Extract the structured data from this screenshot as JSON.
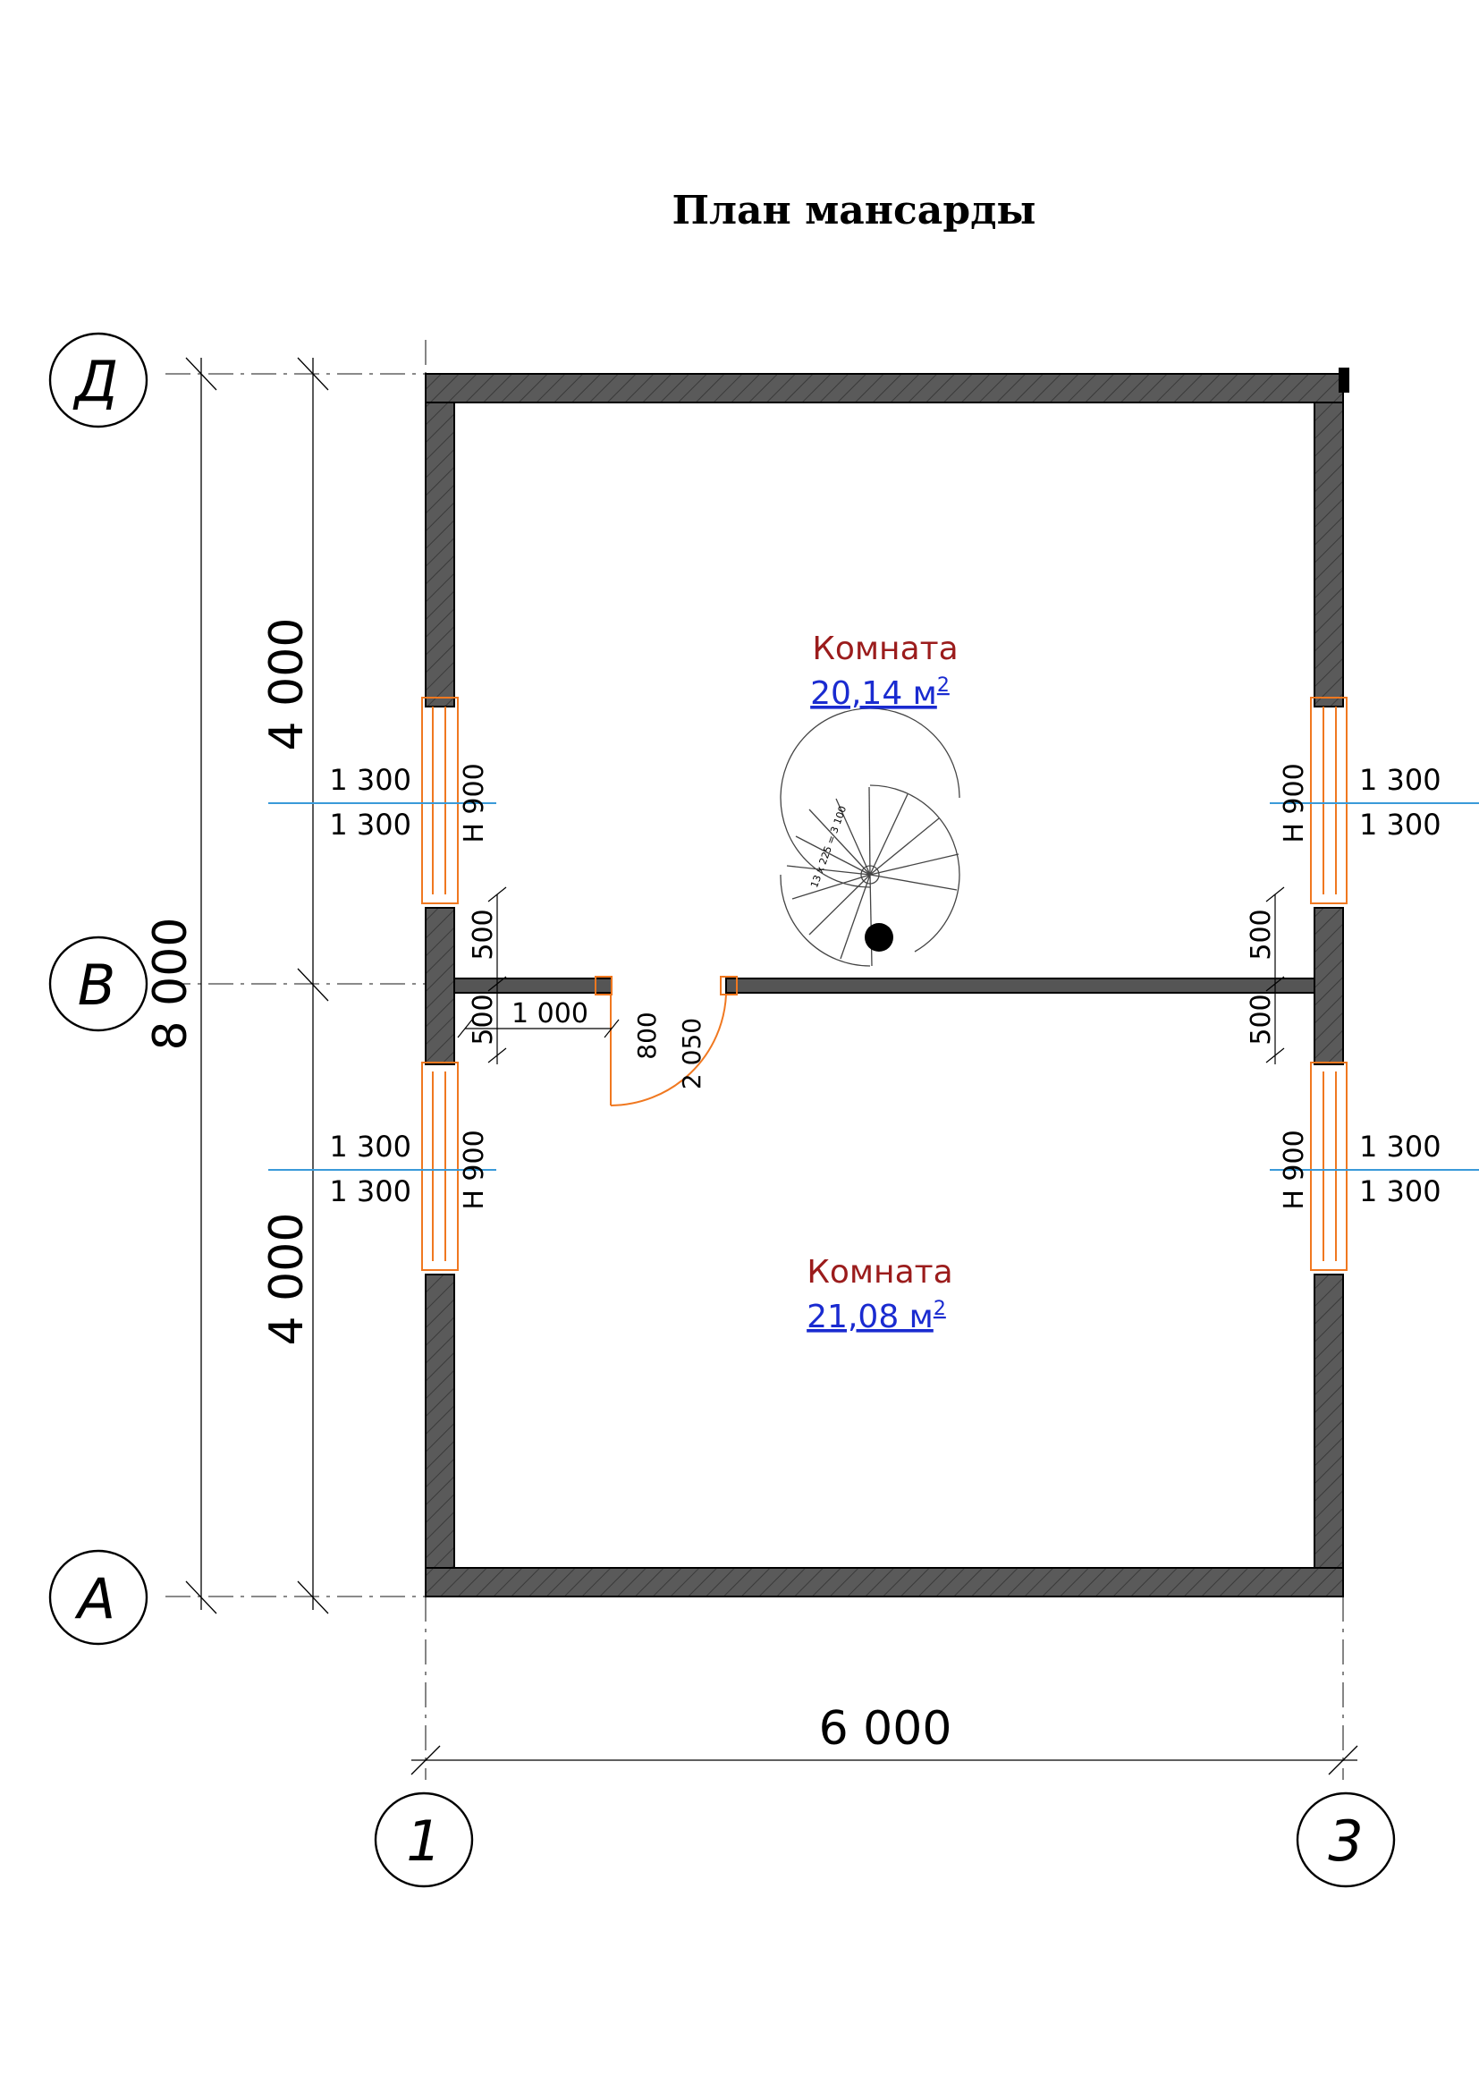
{
  "title": "План мансарды",
  "axes": {
    "rows": [
      "Д",
      "В",
      "А"
    ],
    "cols": [
      "1",
      "3"
    ]
  },
  "dimensions": {
    "total_height": "8 000",
    "upper_height": "4 000",
    "lower_height": "4 000",
    "total_width": "6 000",
    "door_offset": "1 000",
    "door_width": "800",
    "door_height": "2 050",
    "wall_offset_top_left": "500",
    "wall_offset_bottom_left": "500",
    "wall_offset_top_right": "500",
    "wall_offset_bottom_right": "500",
    "stair_label": "13 х 225 = 3 100"
  },
  "windows": [
    {
      "width": "1 300",
      "height": "1 300",
      "sill": "Н 900"
    },
    {
      "width": "1 300",
      "height": "1 300",
      "sill": "Н 900"
    },
    {
      "width": "1 300",
      "height": "1 300",
      "sill": "Н 900"
    },
    {
      "width": "1 300",
      "height": "1 300",
      "sill": "Н 900"
    }
  ],
  "rooms": [
    {
      "name": "Комната",
      "area": "20,14 м",
      "unit_sup": "2"
    },
    {
      "name": "Комната",
      "area": "21,08 м",
      "unit_sup": "2"
    }
  ],
  "colors": {
    "wall": "#555555",
    "window": "#f07820",
    "door": "#f07820",
    "room_name": "#9b1c1c",
    "room_area": "#1a2bd0",
    "leader": "#3a9ad9"
  }
}
